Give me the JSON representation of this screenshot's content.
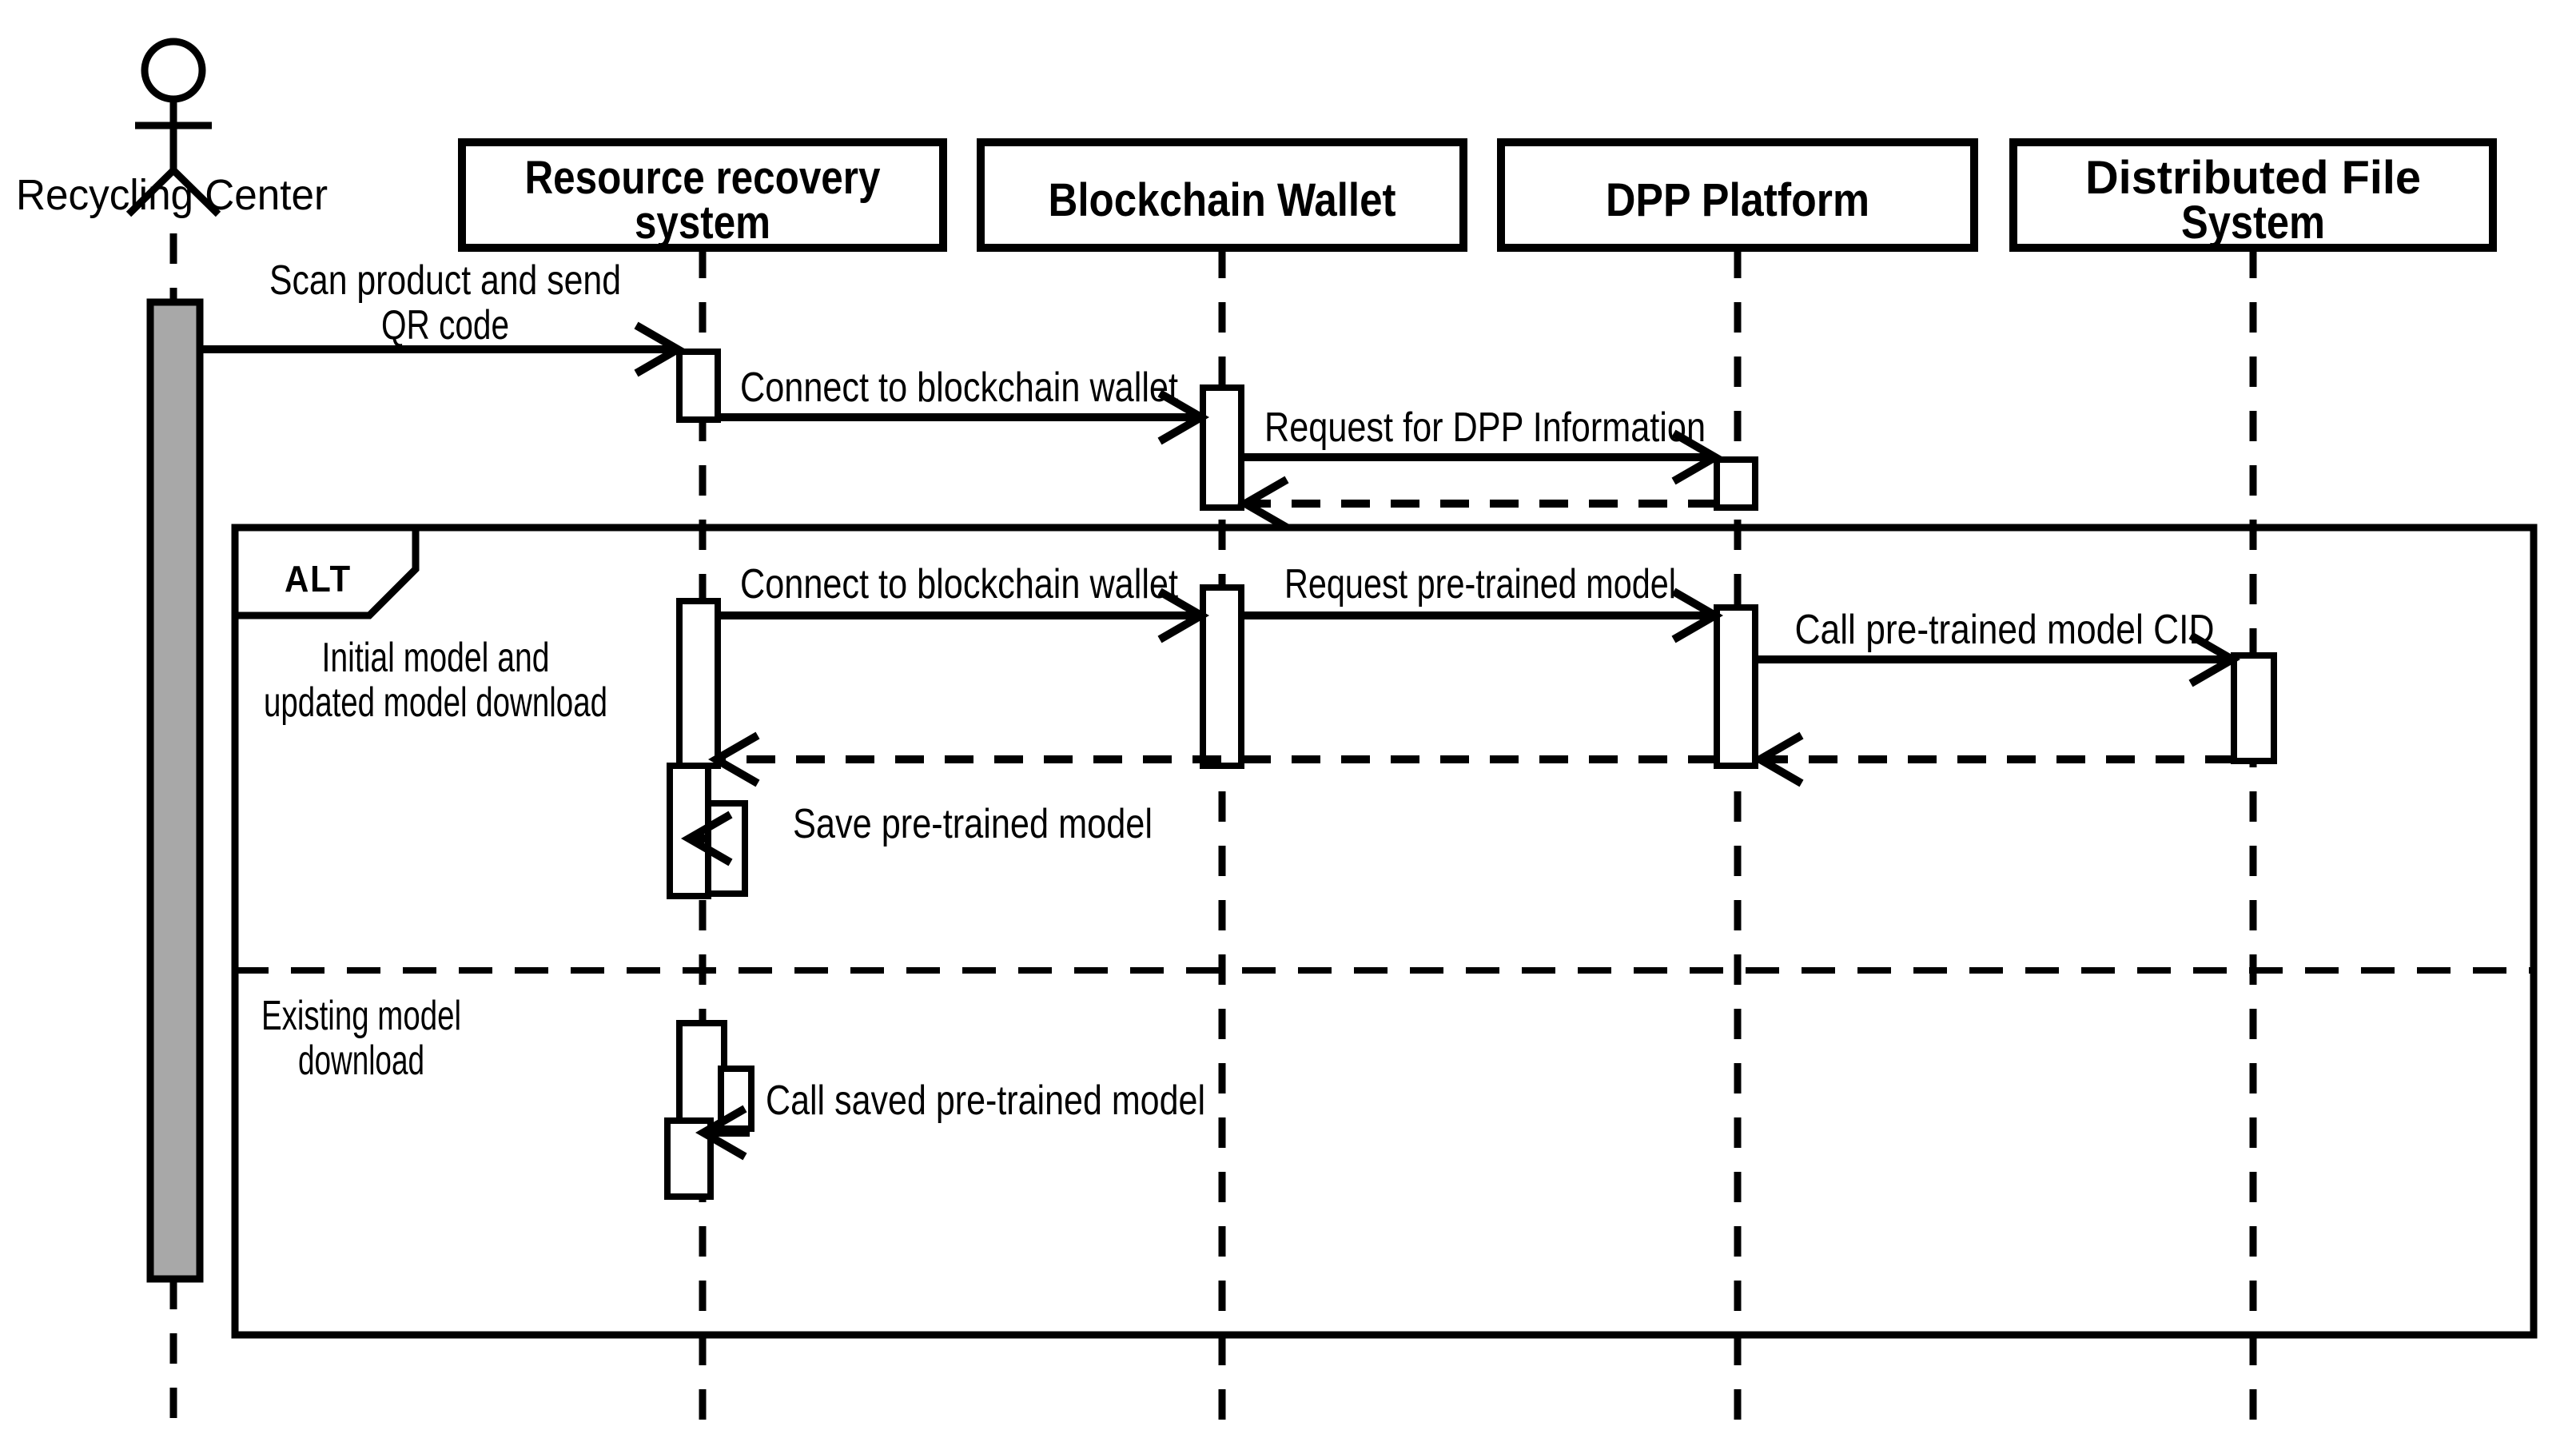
{
  "diagram": {
    "type": "uml-sequence-diagram",
    "colors": {
      "background": "#ffffff",
      "stroke": "#000000",
      "actor_activation_fill": "#a8a8a8",
      "activation_fill": "#ffffff"
    },
    "actor": {
      "name": "Recycling Center"
    },
    "lifelines": [
      {
        "id": "resource-recovery-system",
        "lines": [
          "Resource recovery",
          "system"
        ]
      },
      {
        "id": "blockchain-wallet",
        "lines": [
          "Blockchain Wallet"
        ]
      },
      {
        "id": "dpp-platform",
        "lines": [
          "DPP Platform"
        ]
      },
      {
        "id": "distributed-file-system",
        "lines": [
          "Distributed File",
          "System"
        ]
      }
    ],
    "alt_frame": {
      "label": "ALT",
      "guards": [
        {
          "lines": [
            "Initial model and",
            "updated model download"
          ]
        },
        {
          "lines": [
            "Existing model",
            "download"
          ]
        }
      ]
    },
    "messages": [
      {
        "id": "scan-product",
        "lines": [
          "Scan product and send",
          "QR code"
        ],
        "from": "Recycling Center",
        "to": "Resource recovery system",
        "style": "solid"
      },
      {
        "id": "connect-wallet-1",
        "label": "Connect to blockchain wallet",
        "from": "Resource recovery system",
        "to": "Blockchain Wallet",
        "style": "solid"
      },
      {
        "id": "request-dpp-information",
        "label": "Request for DPP Information",
        "from": "Blockchain Wallet",
        "to": "DPP Platform",
        "style": "solid"
      },
      {
        "id": "return-dpp-information",
        "label": "",
        "from": "DPP Platform",
        "to": "Blockchain Wallet",
        "style": "dashed-return"
      },
      {
        "id": "connect-wallet-2",
        "label": "Connect to blockchain wallet",
        "from": "Resource recovery system",
        "to": "Blockchain Wallet",
        "style": "solid"
      },
      {
        "id": "request-pretrained-model",
        "label": "Request pre-trained model",
        "from": "Blockchain Wallet",
        "to": "DPP Platform",
        "style": "solid"
      },
      {
        "id": "call-pretrained-cid",
        "label": "Call pre-trained model CID",
        "from": "DPP Platform",
        "to": "Distributed File System",
        "style": "solid"
      },
      {
        "id": "return-cid",
        "label": "",
        "from": "Distributed File System",
        "to": "DPP Platform",
        "style": "dashed-return"
      },
      {
        "id": "return-model",
        "label": "",
        "from": "DPP Platform",
        "to": "Resource recovery system",
        "style": "dashed-return"
      },
      {
        "id": "save-pretrained-model",
        "label": "Save pre-trained model",
        "from": "Resource recovery system",
        "to": "Resource recovery system",
        "style": "self"
      },
      {
        "id": "call-saved-model",
        "label": "Call saved pre-trained model",
        "from": "Resource recovery system",
        "to": "Resource recovery system",
        "style": "self"
      }
    ]
  }
}
